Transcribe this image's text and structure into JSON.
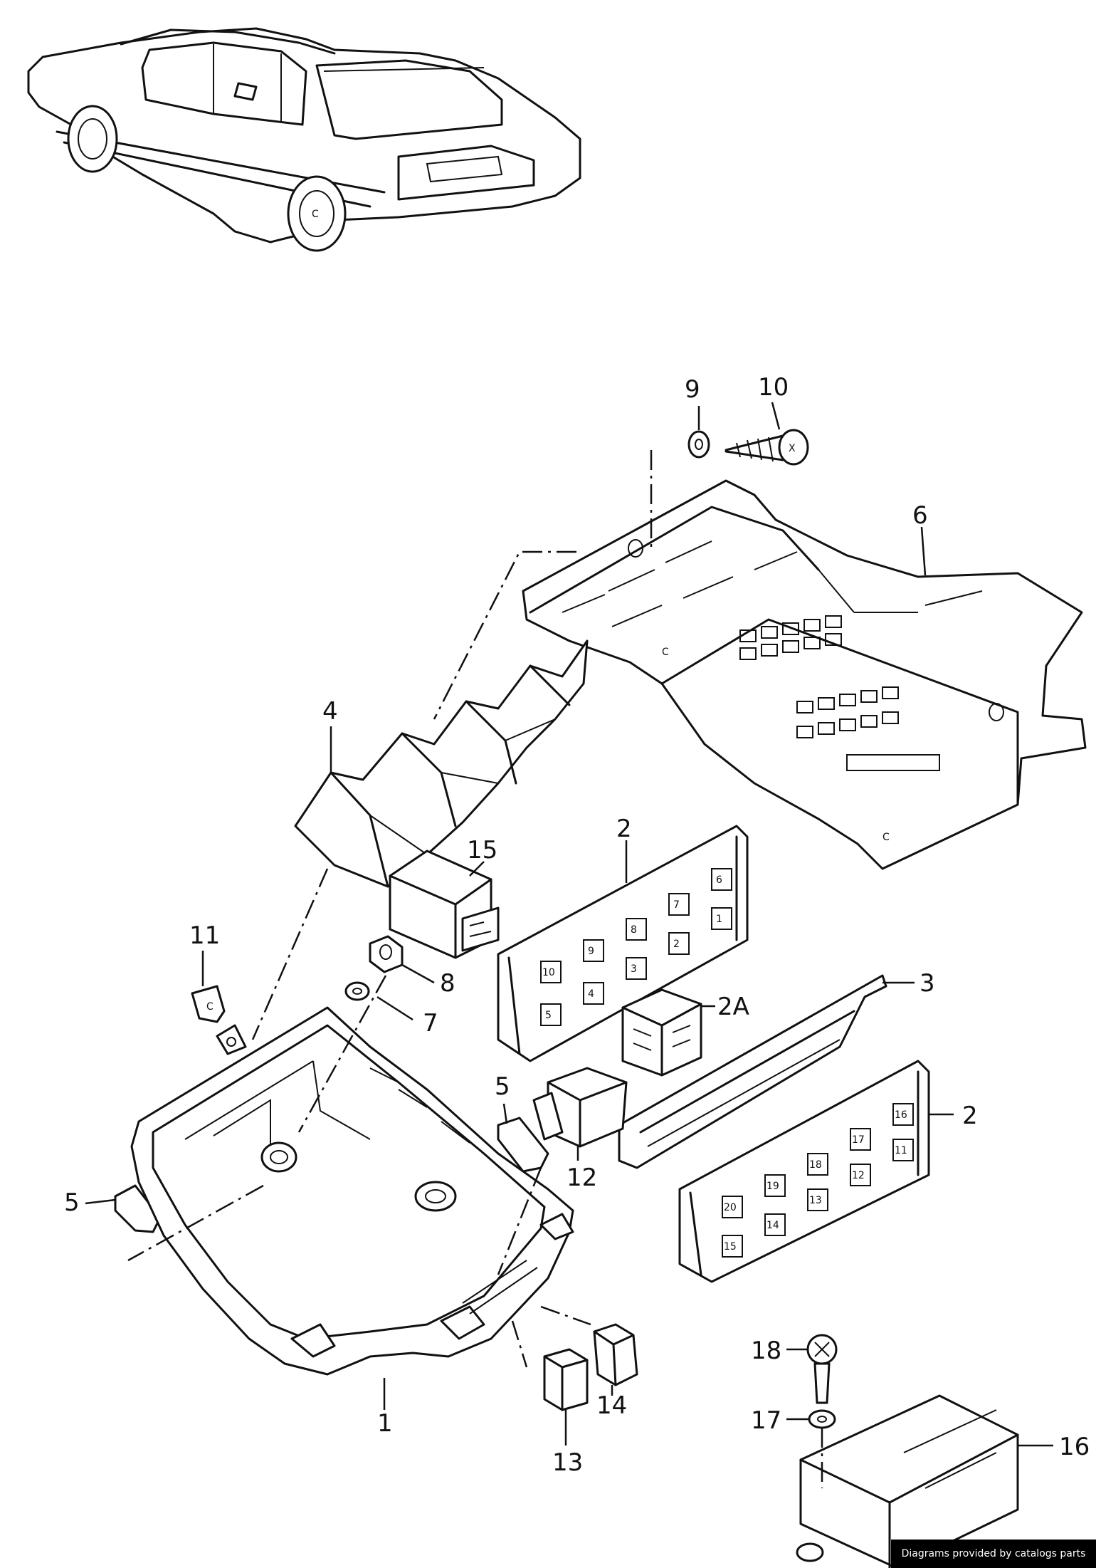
{
  "callouts": [
    {
      "id": "c9",
      "text": "9"
    },
    {
      "id": "c10",
      "text": "10"
    },
    {
      "id": "c6",
      "text": "6"
    },
    {
      "id": "c4",
      "text": "4"
    },
    {
      "id": "c15",
      "text": "15"
    },
    {
      "id": "c2a",
      "text": "2"
    },
    {
      "id": "c11",
      "text": "11"
    },
    {
      "id": "c8",
      "text": "8"
    },
    {
      "id": "c7",
      "text": "7"
    },
    {
      "id": "c3",
      "text": "3"
    },
    {
      "id": "c2A",
      "text": "2A"
    },
    {
      "id": "c2b",
      "text": "2"
    },
    {
      "id": "c5a",
      "text": "5"
    },
    {
      "id": "c5b",
      "text": "5"
    },
    {
      "id": "c12",
      "text": "12"
    },
    {
      "id": "c1",
      "text": "1"
    },
    {
      "id": "c13",
      "text": "13"
    },
    {
      "id": "c14",
      "text": "14"
    },
    {
      "id": "c18",
      "text": "18"
    },
    {
      "id": "c17",
      "text": "17"
    },
    {
      "id": "c16",
      "text": "16"
    }
  ],
  "relay_slots_upper": [
    "1",
    "2",
    "3",
    "4",
    "5",
    "6",
    "7",
    "8",
    "9",
    "10"
  ],
  "relay_slots_lower": [
    "11",
    "12",
    "13",
    "14",
    "15",
    "16",
    "17",
    "18",
    "19",
    "20"
  ],
  "credit": "Diagrams provided by catalogs parts"
}
